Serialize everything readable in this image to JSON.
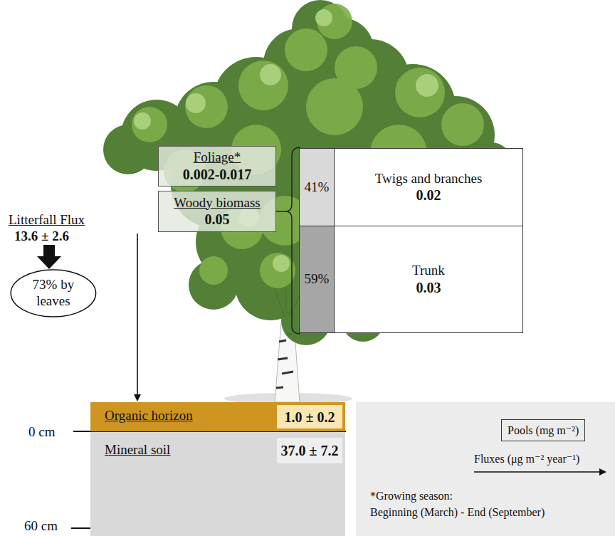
{
  "diagram": {
    "nodes": [
      {
        "text": [
          "Foliage*",
          "0.002-0.017"
        ]
      },
      {
        "text": [
          "Woody biomass",
          "0.05"
        ]
      },
      {
        "text": [
          "41%"
        ]
      },
      {
        "text": [
          "Twigs and branches",
          "0.02"
        ]
      },
      {
        "text": [
          "59%"
        ]
      },
      {
        "text": [
          "Trunk",
          "0.03"
        ]
      },
      {
        "text": [
          "73% by leaves"
        ]
      },
      {
        "text": [
          "Organic horizon"
        ]
      },
      {
        "text": [
          "1.0 ± 0.2"
        ],
        "in": 7
      },
      {
        "text": [
          "Mineral soil"
        ]
      },
      {
        "text": [
          "37.0 ± 7.2"
        ],
        "in": 9
      }
    ],
    "labels": [
      "Litterfall Flux",
      "13.6 ± 2.6",
      "0 cm",
      "60 cm",
      "*Growing season:",
      "Beginning (March) - End (September)"
    ],
    "legend": [
      {
        "text": "Pools (mg m⁻²)"
      },
      {
        "text": "Fluxes (μg m⁻² year⁻¹)"
      }
    ]
  }
}
